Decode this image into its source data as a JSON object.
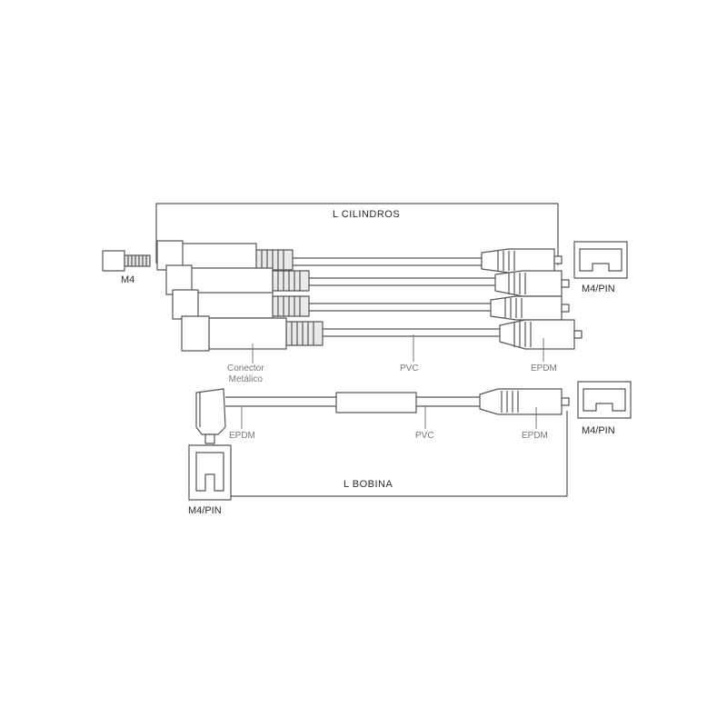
{
  "labels": {
    "l_cilindros": "L  CILINDROS",
    "l_bobina": "L  BOBINA",
    "m4": "M4",
    "m4pin_top": "M4/PIN",
    "m4pin_mid": "M4/PIN",
    "m4pin_bottom": "M4/PIN",
    "conector_line1": "Conector",
    "conector_line2": "Metálico",
    "pvc_top": "PVC",
    "epdm_top": "EPDM",
    "epdm_coil_boot": "EPDM",
    "pvc_bottom": "PVC",
    "epdm_bottom": "EPDM"
  },
  "colors": {
    "line": "#555555",
    "text": "#2a2a2a",
    "material_text": "#777777"
  },
  "parts": {
    "cylinder_wires": 4,
    "coil_wires": 1
  }
}
